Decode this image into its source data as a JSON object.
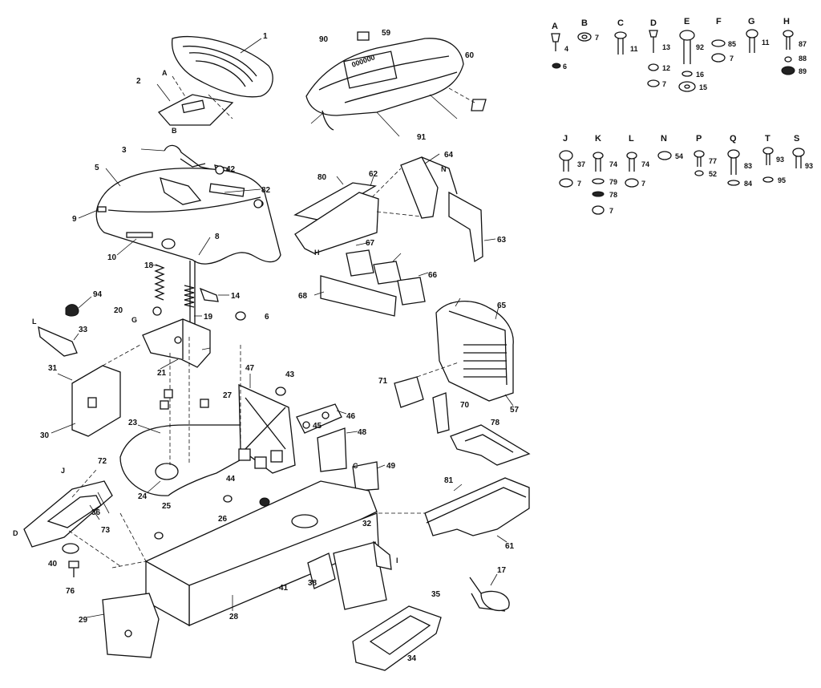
{
  "diagram": {
    "type": "exploded-parts",
    "callouts": [
      "1",
      "2",
      "3",
      "5",
      "6",
      "8",
      "9",
      "10",
      "14",
      "17",
      "18",
      "19",
      "20",
      "21",
      "23",
      "24",
      "25",
      "26",
      "27",
      "28",
      "29",
      "30",
      "31",
      "32",
      "33",
      "34",
      "35",
      "36",
      "38",
      "40",
      "41",
      "42",
      "43",
      "44",
      "45",
      "46",
      "47",
      "48",
      "49",
      "57",
      "59",
      "60",
      "61",
      "62",
      "63",
      "64",
      "65",
      "66",
      "67",
      "68",
      "70",
      "71",
      "72",
      "73",
      "76",
      "78",
      "80",
      "81",
      "82",
      "90",
      "91",
      "94"
    ],
    "ref_letters": [
      "A",
      "B",
      "C",
      "D",
      "G",
      "H",
      "I",
      "J",
      "L",
      "N"
    ]
  },
  "hardware": [
    {
      "letter": "A",
      "numbers": [
        "4",
        "6"
      ]
    },
    {
      "letter": "B",
      "numbers": [
        "7"
      ]
    },
    {
      "letter": "C",
      "numbers": [
        "11"
      ]
    },
    {
      "letter": "D",
      "numbers": [
        "13",
        "12",
        "7"
      ]
    },
    {
      "letter": "E",
      "numbers": [
        "92",
        "16",
        "15"
      ]
    },
    {
      "letter": "F",
      "numbers": [
        "85",
        "7"
      ]
    },
    {
      "letter": "G",
      "numbers": [
        "11"
      ]
    },
    {
      "letter": "H",
      "numbers": [
        "87",
        "88",
        "89"
      ]
    },
    {
      "letter": "J",
      "numbers": [
        "37",
        "7"
      ]
    },
    {
      "letter": "K",
      "numbers": [
        "74",
        "79",
        "78",
        "7"
      ]
    },
    {
      "letter": "L",
      "numbers": [
        "74",
        "7"
      ]
    },
    {
      "letter": "N",
      "numbers": [
        "54"
      ]
    },
    {
      "letter": "P",
      "numbers": [
        "77",
        "52"
      ]
    },
    {
      "letter": "Q",
      "numbers": [
        "83",
        "84"
      ]
    },
    {
      "letter": "T",
      "numbers": [
        "93",
        "95"
      ]
    },
    {
      "letter": "S",
      "numbers": [
        "93"
      ]
    }
  ]
}
